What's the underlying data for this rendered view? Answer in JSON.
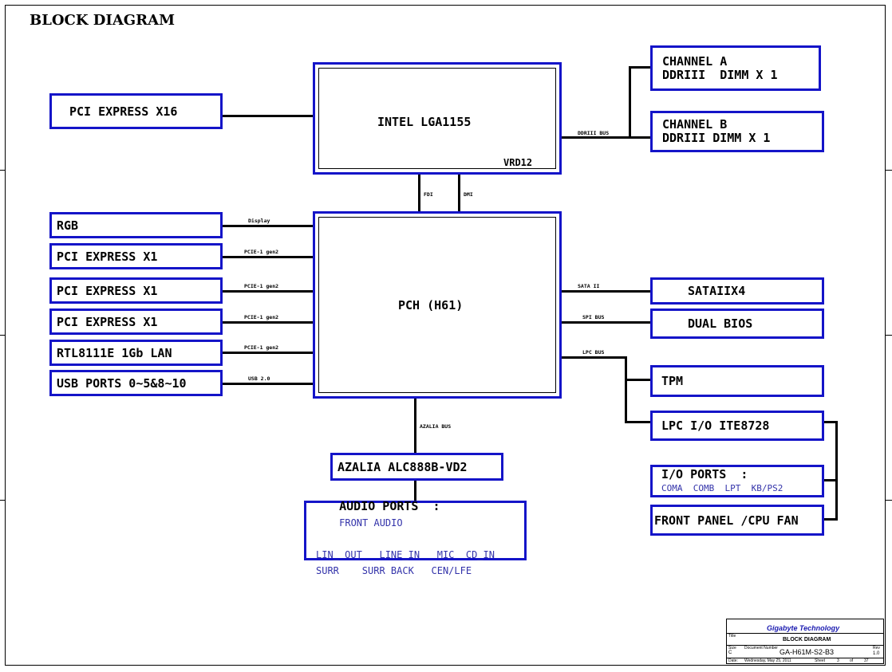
{
  "title": "BLOCK DIAGRAM",
  "cpu": {
    "label": "INTEL LGA1155",
    "sub": "VRD12"
  },
  "pch": {
    "label": "PCH (H61)"
  },
  "left_boxes": {
    "pcie16": "PCI EXPRESS X16",
    "rgb": "RGB",
    "pcie1a": "PCI EXPRESS X1",
    "pcie1b": "PCI EXPRESS X1",
    "pcie1c": "PCI EXPRESS X1",
    "lan": "RTL8111E 1Gb LAN",
    "usb": "USB PORTS 0~5&8~10"
  },
  "left_links": {
    "display": "Display",
    "pcie_a": "PCIE-1 gen2",
    "pcie_b": "PCIE-1 gen2",
    "pcie_c": "PCIE-1 gen2",
    "pcie_lan": "PCIE-1 gen2",
    "usb": "USB 2.0"
  },
  "memory": {
    "bus": "DDRIII BUS",
    "chA_line1": "CHANNEL A",
    "chA_line2": "DDRIII  DIMM X 1",
    "chB_line1": "CHANNEL B",
    "chB_line2": "DDRIII DIMM X 1"
  },
  "cpu_pch_links": {
    "fdi": "FDI",
    "dmi": "DMI"
  },
  "right_links": {
    "sata": "SATA II",
    "spi": "SPI BUS",
    "lpc": "LPC BUS"
  },
  "right_boxes": {
    "sata": "SATAIIX4",
    "bios": "DUAL BIOS",
    "tpm": "TPM",
    "lpc_io": "LPC I/O ITE8728",
    "io_title": "I/O PORTS  :",
    "io_sub": "COMA  COMB  LPT  KB/PS2",
    "front": "FRONT PANEL /CPU FAN"
  },
  "audio": {
    "bus": "AZALIA BUS",
    "codec": "AZALIA ALC888B-VD2",
    "ports_title": "AUDIO PORTS  :",
    "front": "FRONT AUDIO",
    "row1": "LIN_ OUT   LINE_IN   MIC  CD_IN",
    "row2": "SURR    SURR BACK   CEN/LFE"
  },
  "titleblock": {
    "company": "Gigabyte Technology",
    "t_title": "Title",
    "doc_title": "BLOCK DIAGRAM",
    "size_label": "Size",
    "size": "C",
    "docnum_label": "Document Number",
    "docnum": "GA-H61M-S2-B3",
    "rev_label": "Rev",
    "rev": "1.0",
    "date_label": "Date:",
    "date": "Wednesday, May 25, 2011",
    "sheet_label": "Sheet",
    "sheet": "3",
    "of_label": "of",
    "of": "37"
  },
  "colors": {
    "box_border": "#1414c8",
    "sub_text": "#3333aa"
  }
}
